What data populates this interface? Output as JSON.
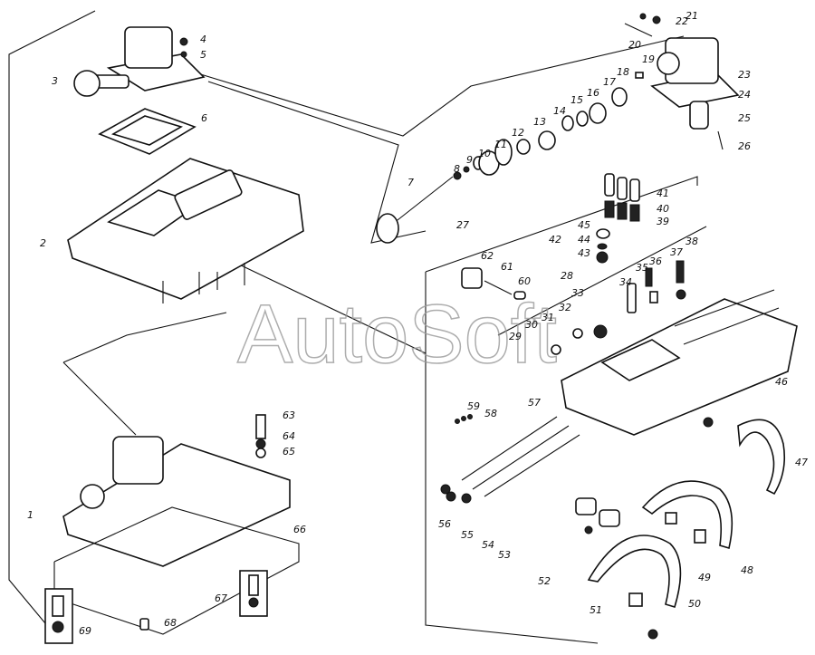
{
  "diagram": {
    "watermark": "AutoSoft",
    "part_labels": [
      "21",
      "22",
      "20",
      "4",
      "5",
      "23",
      "3",
      "19",
      "24",
      "18",
      "17",
      "16",
      "15",
      "25",
      "26",
      "14",
      "13",
      "12",
      "11",
      "10",
      "9",
      "8",
      "6",
      "7",
      "27",
      "41",
      "40",
      "45",
      "39",
      "42",
      "44",
      "43",
      "38",
      "37",
      "2",
      "62",
      "36",
      "35",
      "61",
      "28",
      "34",
      "60",
      "33",
      "32",
      "31",
      "30",
      "29",
      "46",
      "47",
      "59",
      "58",
      "57",
      "63",
      "64",
      "65",
      "1",
      "56",
      "55",
      "54",
      "53",
      "66",
      "48",
      "49",
      "52",
      "67",
      "50",
      "51",
      "69",
      "68"
    ]
  }
}
